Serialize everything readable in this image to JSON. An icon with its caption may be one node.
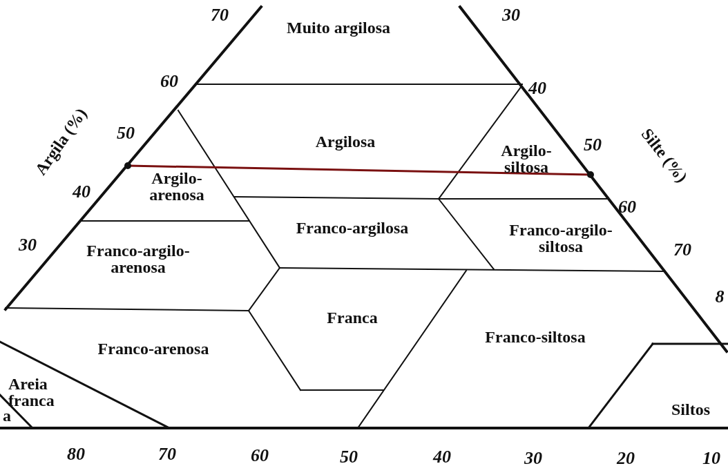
{
  "diagram": {
    "labels": [
      "70",
      "Muito argilosa",
      "30",
      "60",
      "40",
      "Argila (%)",
      "50",
      "Argilosa",
      "Argilo-siltosa",
      "50",
      "Silte (%)",
      "Argilo-arenosa",
      "40",
      "60",
      "Franco-argilosa",
      "Franco-argilo-siltosa",
      "30",
      "Franco-argilo-arenosa",
      "70",
      "8",
      "Franca",
      "Franco-arenosa",
      "Franco-siltosa",
      "Areia franca",
      "a",
      "Siltos",
      "80",
      "70",
      "60",
      "50",
      "40",
      "30",
      "20",
      "10"
    ]
  }
}
